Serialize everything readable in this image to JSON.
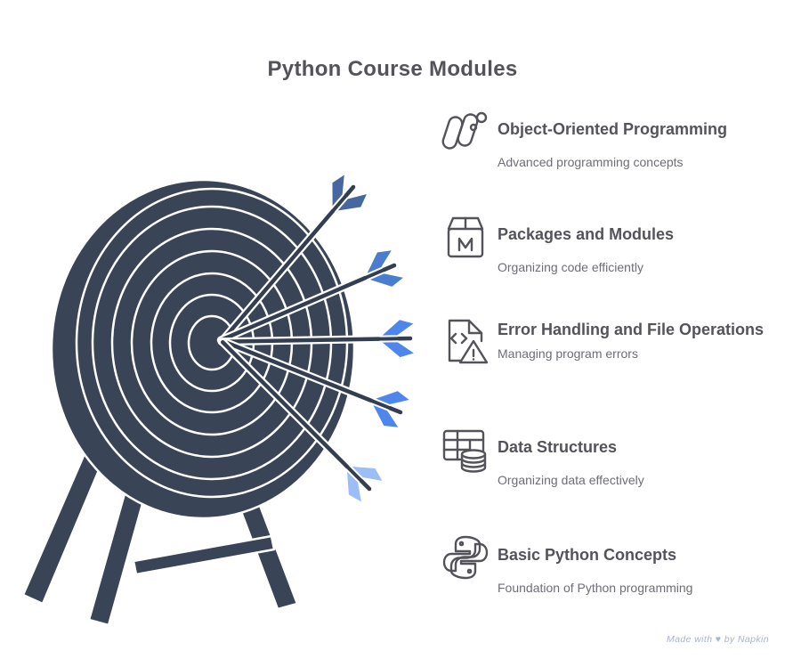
{
  "title": "Python Course Modules",
  "modules": [
    {
      "title": "Object-Oriented Programming",
      "subtitle": "Advanced programming concepts"
    },
    {
      "title": "Packages and Modules",
      "subtitle": "Organizing code efficiently"
    },
    {
      "title": "Error Handling and File Operations",
      "subtitle": "Managing program errors"
    },
    {
      "title": "Data Structures",
      "subtitle": "Organizing data effectively"
    },
    {
      "title": "Basic Python Concepts",
      "subtitle": "Foundation of Python programming"
    }
  ],
  "illustration": {
    "name": "dartboard-target-with-five-arrows",
    "board_color": "#3a4457",
    "ring_color": "#ffffff",
    "shaft_color": "#343e51",
    "arrow_colors": [
      "#46679f",
      "#4b7dce",
      "#4e86ec",
      "#4e86ec",
      "#9dbdf6"
    ]
  },
  "colors": {
    "title_text": "#55535a",
    "subtitle_text": "#6f6d75",
    "icon_stroke": "#55535a"
  },
  "watermark": "Made with ♥ by Napkin"
}
